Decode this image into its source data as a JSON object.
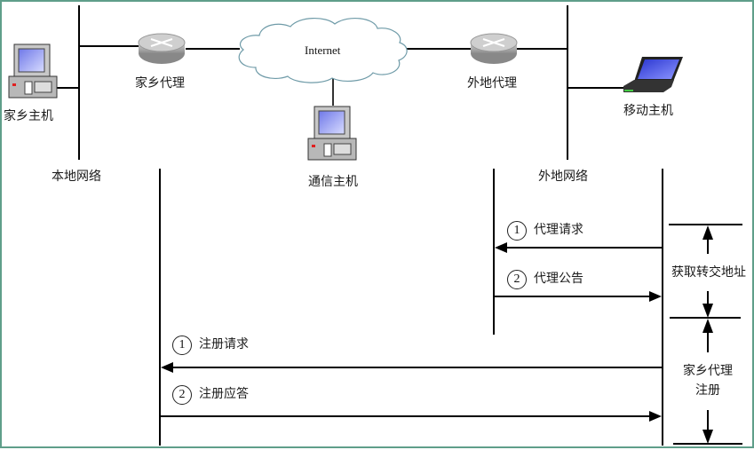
{
  "topology": {
    "home_host": "家乡主机",
    "home_agent": "家乡代理",
    "internet": "Internet",
    "correspondent_host": "通信主机",
    "foreign_agent": "外地代理",
    "mobile_host": "移动主机",
    "home_network": "本地网络",
    "foreign_network": "外地网络"
  },
  "sequence": {
    "agent_discovery": [
      {
        "num": "1",
        "label": "代理请求",
        "direction": "left"
      },
      {
        "num": "2",
        "label": "代理公告",
        "direction": "right"
      }
    ],
    "registration": [
      {
        "num": "1",
        "label": "注册请求",
        "direction": "left"
      },
      {
        "num": "2",
        "label": "注册应答",
        "direction": "right"
      }
    ],
    "phase1_label": "获取转交地址",
    "phase2_label_line1": "家乡代理",
    "phase2_label_line2": "注册"
  },
  "colors": {
    "border": "#5f9e8a",
    "line": "#000000",
    "cloud_stroke": "#6f9ba8",
    "screen": "#8f96f0"
  }
}
